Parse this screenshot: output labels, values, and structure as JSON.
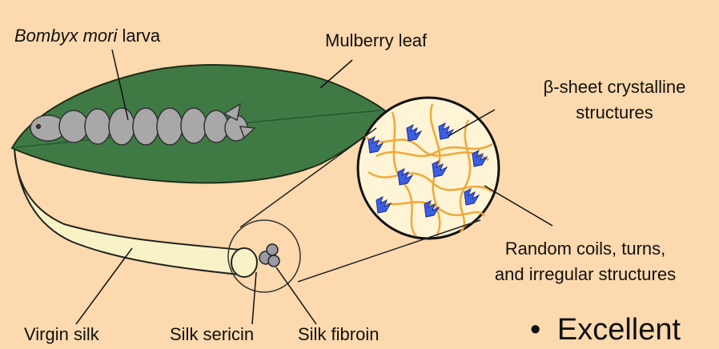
{
  "labels": {
    "larva_italic": "Bombyx mori",
    "larva_rest": " larva",
    "leaf": "Mulberry leaf",
    "beta_line1": "β-sheet crystalline",
    "beta_line2": "structures",
    "coils_line1": "Random coils, turns,",
    "coils_line2": "and irregular structures",
    "virgin": "Virgin silk",
    "sericin": "Silk sericin",
    "fibroin": "Silk fibroin"
  },
  "bullet": {
    "marker": "•",
    "text": "Excellent"
  },
  "colors": {
    "background": "#fcd9ae",
    "leaf": "#3f7a45",
    "larva": "#a8a8a8",
    "silk": "#f7f3c6",
    "coil": "#f0a838",
    "crystal": "#3b5fe0"
  }
}
